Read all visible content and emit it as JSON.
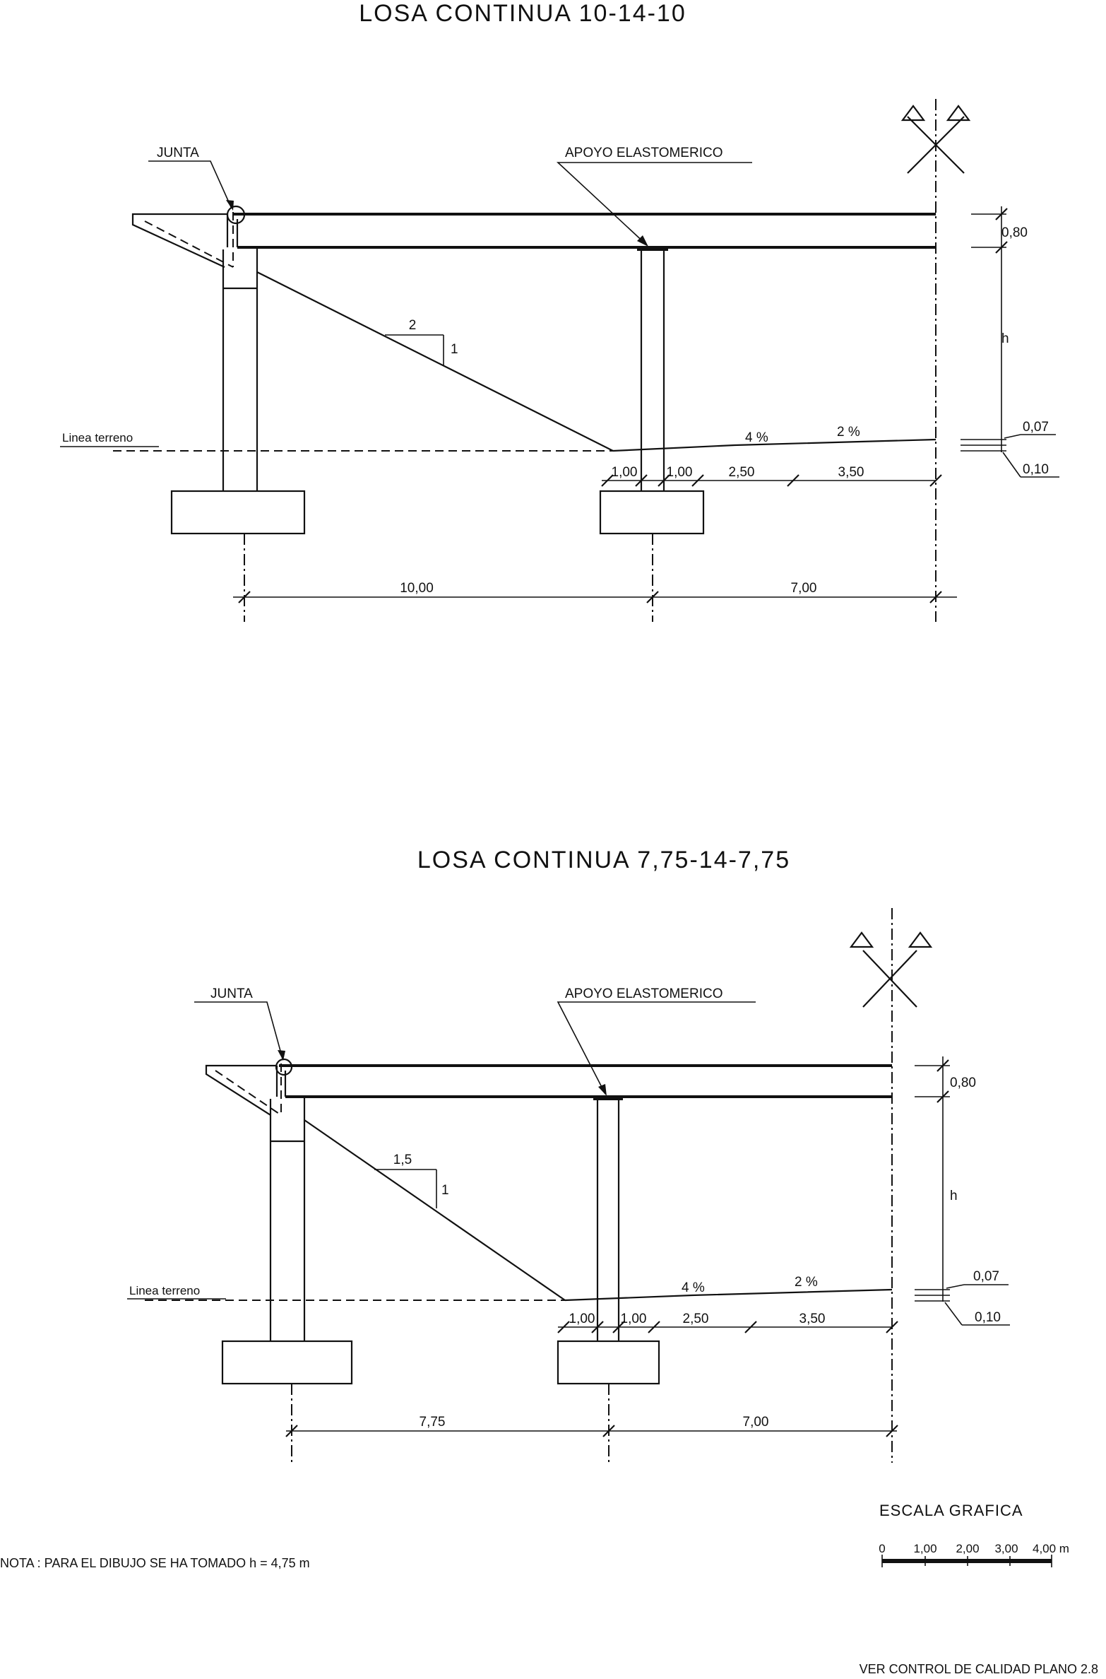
{
  "top": {
    "title": "LOSA CONTINUA 10-14-10",
    "junta": "JUNTA",
    "apoyo": "APOYO ELASTOMERICO",
    "linea": "Linea terreno",
    "slope_h": "2",
    "slope_v": "1",
    "pct1": "4 %",
    "pct2": "2 %",
    "d080": "0,80",
    "dh": "h",
    "d007": "0,07",
    "d010": "0,10",
    "d100a": "1,00",
    "d100b": "1,00",
    "d250": "2,50",
    "d350": "3,50",
    "span1": "10,00",
    "span2": "7,00"
  },
  "bottom": {
    "title": "LOSA CONTINUA 7,75-14-7,75",
    "junta": "JUNTA",
    "apoyo": "APOYO ELASTOMERICO",
    "linea": "Linea terreno",
    "slope_h": "1,5",
    "slope_v": "1",
    "pct1": "4 %",
    "pct2": "2 %",
    "d080": "0,80",
    "dh": "h",
    "d007": "0,07",
    "d010": "0,10",
    "d100a": "1,00",
    "d100b": "1,00",
    "d250": "2,50",
    "d350": "3,50",
    "span1": "7,75",
    "span2": "7,00"
  },
  "scale": {
    "title": "ESCALA GRAFICA",
    "t0": "0",
    "t1": "1,00",
    "t2": "2,00",
    "t3": "3,00",
    "t4": "4,00 m"
  },
  "nota": "NOTA : PARA EL DIBUJO SE HA TOMADO h = 4,75 m",
  "footer": "VER CONTROL DE CALIDAD PLANO 2.8"
}
